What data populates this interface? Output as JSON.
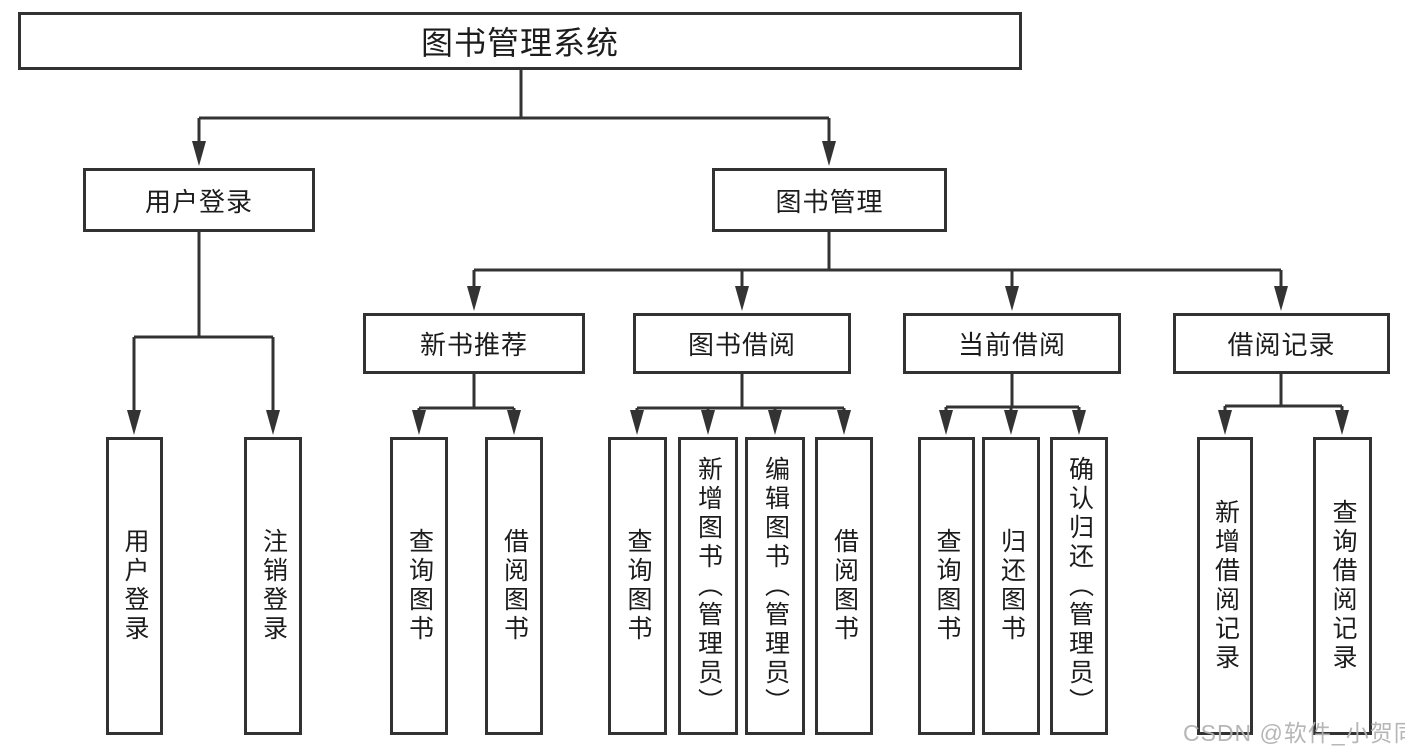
{
  "tree": {
    "root": {
      "label": "图书管理系统"
    },
    "branches": [
      {
        "label": "用户登录",
        "children": [
          {
            "label": "用户登录"
          },
          {
            "label": "注销登录"
          }
        ]
      },
      {
        "label": "图书管理",
        "children": [
          {
            "label": "新书推荐",
            "children": [
              {
                "label": "查询图书"
              },
              {
                "label": "借阅图书"
              }
            ]
          },
          {
            "label": "图书借阅",
            "children": [
              {
                "label": "查询图书"
              },
              {
                "label": "新增图书（管理员）"
              },
              {
                "label": "编辑图书（管理员）"
              },
              {
                "label": "借阅图书"
              }
            ]
          },
          {
            "label": "当前借阅",
            "children": [
              {
                "label": "查询图书"
              },
              {
                "label": "归还图书"
              },
              {
                "label": "确认归还（管理员）"
              }
            ]
          },
          {
            "label": "借阅记录",
            "children": [
              {
                "label": "新增借阅记录"
              },
              {
                "label": "查询借阅记录"
              }
            ]
          }
        ]
      }
    ]
  },
  "watermark": {
    "text": "CSDN @软件_小贺同学"
  },
  "colors": {
    "line": "#333333",
    "box_border": "#323232",
    "text": "#1c1c1c",
    "watermark": "#b2b2b2",
    "background": "#ffffff"
  }
}
